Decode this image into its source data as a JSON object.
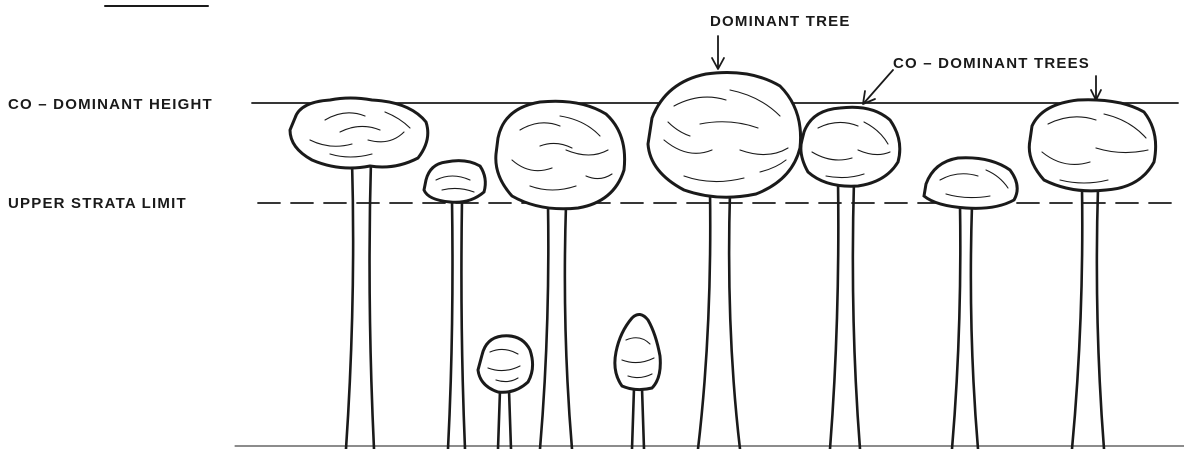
{
  "labels": {
    "codominant_height": "CO – DOMINANT HEIGHT",
    "upper_strata_limit": "UPPER STRATA LIMIT",
    "dominant_tree": "DOMINANT TREE",
    "codominant_trees": "CO – DOMINANT TREES"
  },
  "ink_color": "#1a1a1a"
}
